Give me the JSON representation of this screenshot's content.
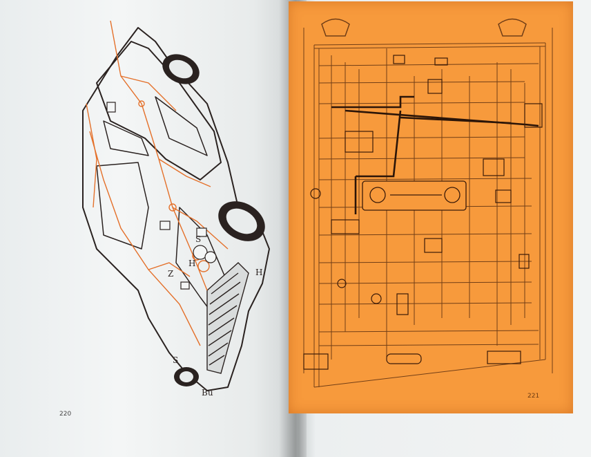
{
  "book": {
    "left_page_number": "220",
    "right_page_number": "221"
  },
  "colors": {
    "paper": "#f2f4f4",
    "orange_plate": "#f79a3c",
    "ink": "#2a2220",
    "wire_orange": "#e4702a"
  },
  "car_labels": [
    "S",
    "Bu",
    "H",
    "S",
    "H",
    "Z"
  ]
}
